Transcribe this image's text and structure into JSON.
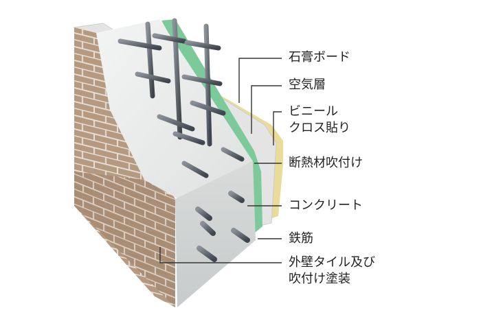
{
  "labels": {
    "gypsum_board": "石膏ボード",
    "air_layer": "空気層",
    "vinyl_cloth_line1": "ビニール",
    "vinyl_cloth_line2": "クロス貼り",
    "insulation": "断熱材吹付け",
    "concrete": "コンクリート",
    "rebar": "鉄筋",
    "exterior_line1": "外壁タイル及び",
    "exterior_line2": "吹付け塗装"
  },
  "colors": {
    "tile": "#b59a82",
    "tile_grout": "#e8ded2",
    "concrete": "#e9eaea",
    "insulation": "#7cc99a",
    "gypsum": "#e4e4e4",
    "vinyl_cloth": "#e8dc98",
    "rebar": "#5c636b",
    "leader_line": "#333333"
  }
}
